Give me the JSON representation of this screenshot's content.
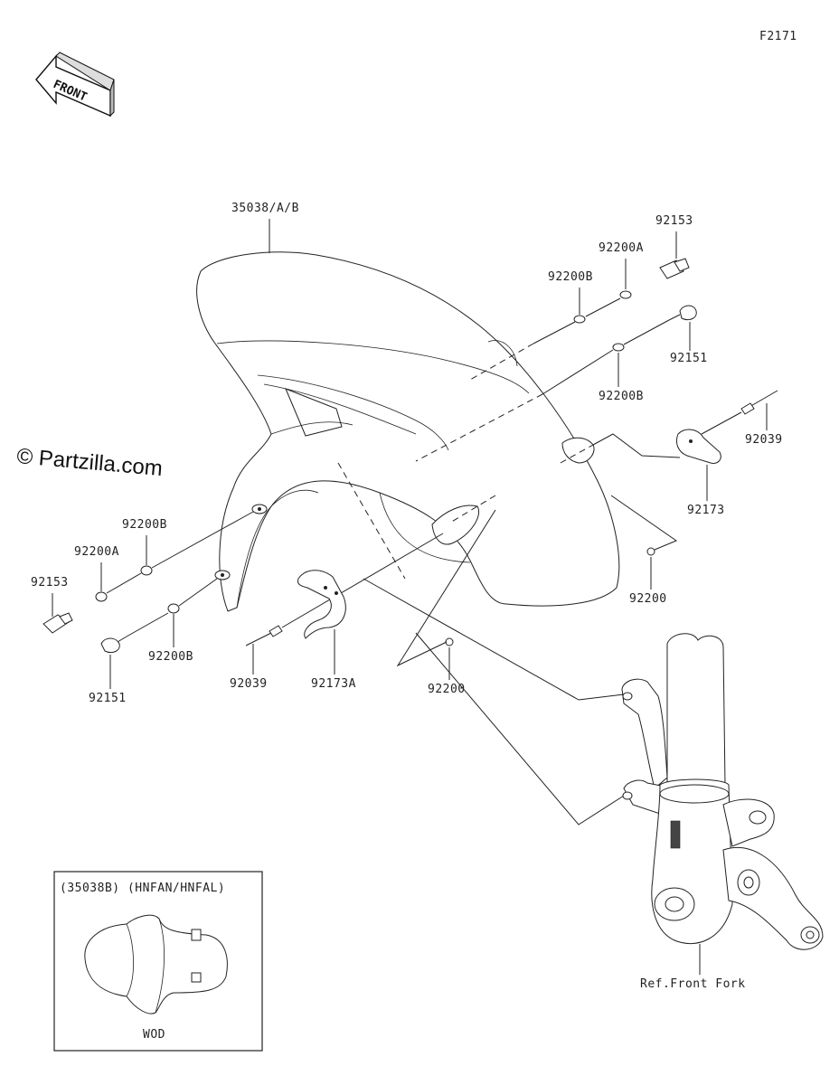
{
  "diagram_code": "F2171",
  "front_arrow": {
    "label": "FRONT",
    "icon": "front-arrow-icon"
  },
  "watermark": "© Partzilla.com",
  "callouts": {
    "fender": "35038/A/B",
    "cap_right": "92153",
    "washer_a_right": "92200A",
    "washer_b_right_top": "92200B",
    "bolt_right": "92151",
    "washer_b_right_bottom": "92200B",
    "pin_right": "92039",
    "clamp_right": "92173",
    "grommet_right": "92200",
    "washer_b_left": "92200B",
    "washer_a_left": "92200A",
    "cap_left": "92153",
    "bolt_left": "92151",
    "washer_b_left_bottom": "92200B",
    "pin_left": "92039",
    "clamp_left": "92173A",
    "grommet_left": "92200",
    "ref_fork": "Ref.Front Fork"
  },
  "inset": {
    "title": "(35038B) (HNFAN/HNFAL)",
    "caption": "WOD"
  }
}
